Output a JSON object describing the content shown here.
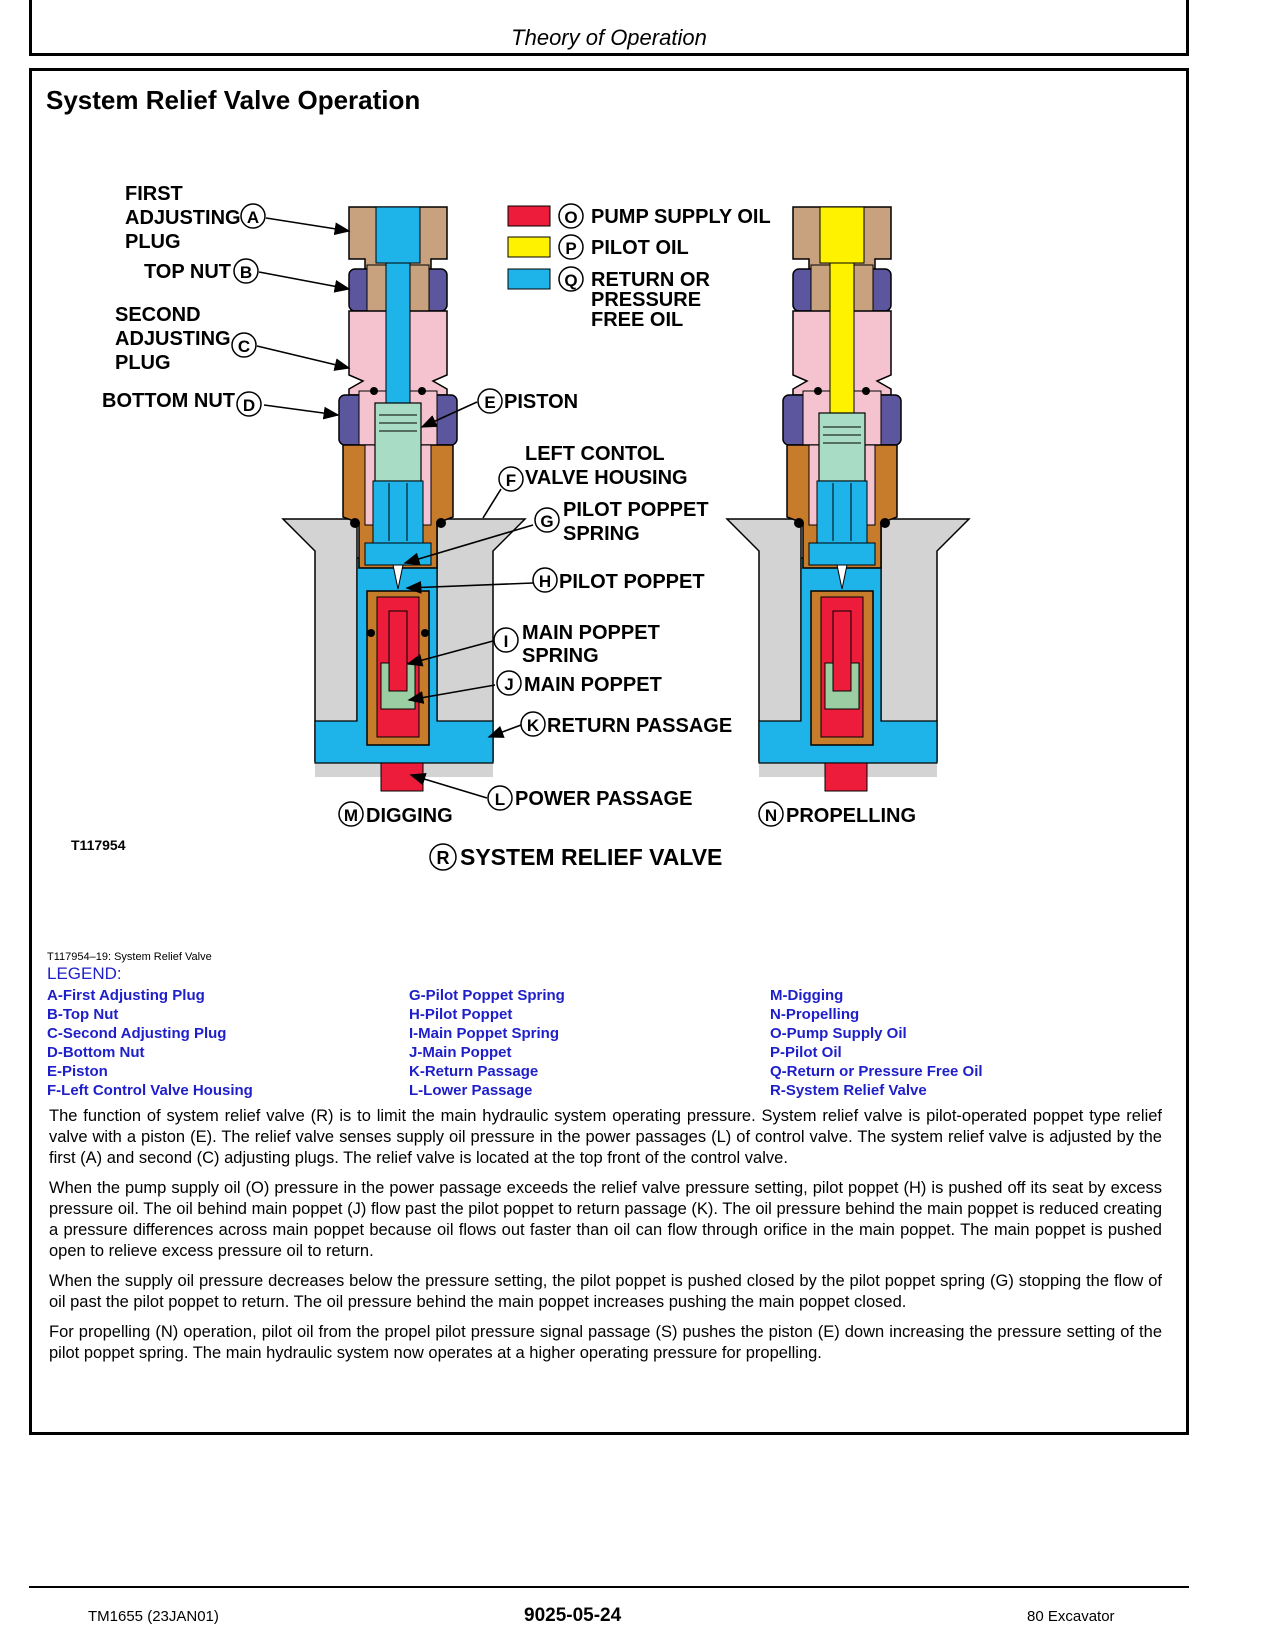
{
  "header": {
    "title": "Theory of Operation"
  },
  "section_title": "System Relief Valve Operation",
  "figure": {
    "callouts": {
      "a": {
        "letter": "A",
        "lines": [
          "FIRST",
          "ADJUSTING",
          "PLUG"
        ]
      },
      "b": {
        "letter": "B",
        "text": "TOP NUT"
      },
      "c": {
        "letter": "C",
        "lines": [
          "SECOND",
          "ADJUSTING",
          "PLUG"
        ]
      },
      "d": {
        "letter": "D",
        "text": "BOTTOM NUT"
      },
      "e": {
        "letter": "E",
        "text": "PISTON"
      },
      "f": {
        "letter": "F",
        "lines": [
          "LEFT CONTOL",
          "VALVE HOUSING"
        ]
      },
      "g": {
        "letter": "G",
        "lines": [
          "PILOT POPPET",
          "SPRING"
        ]
      },
      "h": {
        "letter": "H",
        "text": "PILOT POPPET"
      },
      "i": {
        "letter": "I",
        "lines": [
          "MAIN POPPET",
          "SPRING"
        ]
      },
      "j": {
        "letter": "J",
        "text": "MAIN POPPET"
      },
      "k": {
        "letter": "K",
        "text": "RETURN PASSAGE"
      },
      "l": {
        "letter": "L",
        "text": "POWER PASSAGE"
      },
      "m": {
        "letter": "M",
        "text": "DIGGING"
      },
      "n": {
        "letter": "N",
        "text": "PROPELLING"
      },
      "r": {
        "letter": "R",
        "text": "SYSTEM RELIEF VALVE"
      }
    },
    "color_key": [
      {
        "letter": "O",
        "lines": [
          "PUMP SUPPLY OIL"
        ],
        "color": "#ec1c3a"
      },
      {
        "letter": "P",
        "lines": [
          "PILOT OIL"
        ],
        "color": "#fff200"
      },
      {
        "letter": "Q",
        "lines": [
          "RETURN OR",
          "PRESSURE",
          "FREE OIL"
        ],
        "color": "#1eb4ea"
      }
    ],
    "figure_id": "T117954"
  },
  "caption": "T117954–19: System Relief Valve",
  "legend": {
    "title": "LEGEND:",
    "col1": [
      "A-First Adjusting Plug",
      "B-Top Nut",
      "C-Second Adjusting Plug",
      "D-Bottom Nut",
      "E-Piston",
      "F-Left Control Valve Housing"
    ],
    "col2": [
      "G-Pilot Poppet Spring",
      "H-Pilot Poppet",
      "I-Main Poppet Spring",
      "J-Main Poppet",
      "K-Return Passage",
      "L-Lower Passage"
    ],
    "col3": [
      "M-Digging",
      "N-Propelling",
      "O-Pump Supply Oil",
      "P-Pilot Oil",
      "Q-Return or Pressure Free Oil",
      "R-System Relief Valve"
    ]
  },
  "paragraphs": [
    "The function of system relief valve (R) is to limit the main hydraulic system operating pressure. System relief valve is pilot-operated poppet type relief valve with a piston (E). The relief valve senses supply oil pressure in the power passages (L) of control valve. The system relief valve is adjusted by the first (A) and second (C) adjusting plugs. The relief valve is located at the top front of the control valve.",
    "When the pump supply oil (O) pressure in the power passage exceeds the relief valve pressure setting, pilot poppet (H) is pushed off its seat by excess pressure oil. The oil behind main poppet (J) flow past the pilot poppet to return passage (K). The oil pressure behind the main poppet is reduced creating a pressure differences across main poppet because oil flows out faster than oil can flow through orifice in the main poppet. The main poppet is pushed open to relieve excess pressure oil to return.",
    "When the supply oil pressure decreases below the pressure setting, the pilot poppet is pushed closed by the pilot poppet spring (G) stopping the flow of oil past the pilot poppet to return. The oil pressure behind the main poppet increases pushing the main poppet closed.",
    "For propelling (N) operation, pilot oil from the propel pilot pressure signal passage (S) pushes the piston (E) down increasing the pressure setting of the pilot poppet spring. The main hydraulic system now operates at a higher operating pressure for propelling."
  ],
  "footer": {
    "left": "TM1655 (23JAN01)",
    "center": "9025-05-24",
    "right": "80 Excavator"
  },
  "colors": {
    "pump_supply": "#ec1c3a",
    "pilot": "#fff200",
    "return": "#1eb4ea",
    "plug_tan": "#c8a27f",
    "nut_purple": "#5b569e",
    "plug_pink": "#f5c3cf",
    "housing_bronze": "#c77c2c",
    "housing_gray": "#d3d3d3",
    "piston_mint": "#a8dcc5",
    "spring_green": "#9bcfa3"
  }
}
